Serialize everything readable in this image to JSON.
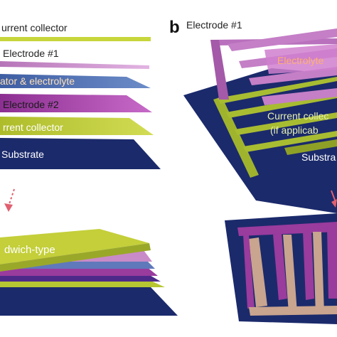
{
  "panel_a": {
    "labels": {
      "current_collector_top": "urrent collector",
      "electrode_1": "Electrode #1",
      "separator_electrolyte": "ator & electrolyte",
      "electrode_2": "Electrode #2",
      "current_collector_bottom": "rrent collector",
      "substrate": "Substrate"
    },
    "assembled_label": "dwich-type"
  },
  "panel_b": {
    "letter": "b",
    "labels": {
      "electrode_1": "Electrode #1",
      "electrolyte": "Electrolyte",
      "current_collector_line1": "Current collec",
      "current_collector_line2": "(if applicab",
      "substrate": "Substra"
    }
  },
  "colors": {
    "current_collector": "#c8d43a",
    "electrode_1": "#c988c6",
    "separator": "#4c6db0",
    "electrode_2": "#9a3b9e",
    "substrate": "#1b2a6b",
    "arrow": "#e06070",
    "beige_finger": "#c9a48e"
  }
}
